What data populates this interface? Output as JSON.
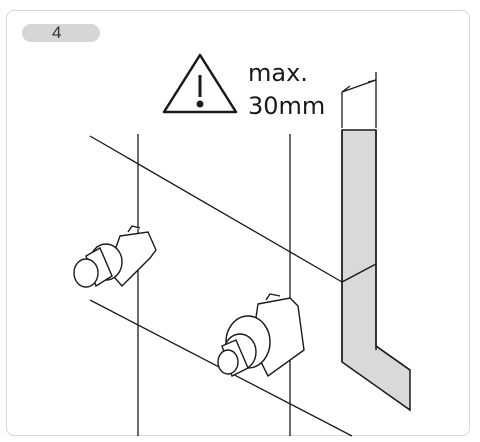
{
  "step": {
    "number": "4"
  },
  "warning": {
    "line1": "max.",
    "line2": "30mm"
  },
  "icons": {
    "warning": "warning-triangle-icon"
  },
  "colors": {
    "line": "#1a1a1a",
    "wall_fill": "#d9d9d9",
    "badge": "#d6d6d6"
  }
}
